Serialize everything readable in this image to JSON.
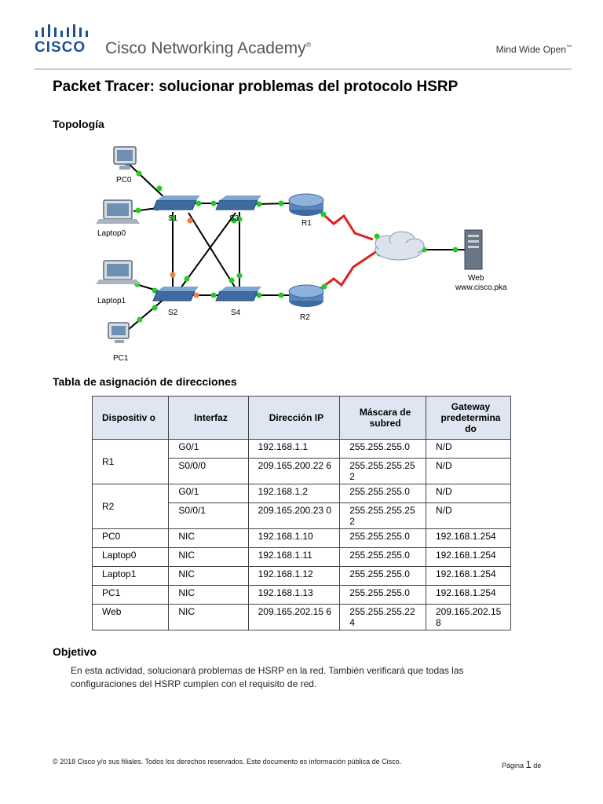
{
  "header": {
    "brand": "CISCO",
    "academy": "Cisco Networking Academy",
    "registered": "®",
    "tagline": "Mind Wide Open",
    "trademark": "™"
  },
  "title": "Packet Tracer: solucionar problemas del protocolo HSRP",
  "sections": {
    "topology": "Topología",
    "addressing": "Tabla de asignación de direcciones",
    "objective": "Objetivo"
  },
  "topology": {
    "labels": {
      "pc0": "PC0",
      "laptop0": "Laptop0",
      "laptop1": "Laptop1",
      "pc1": "PC1",
      "s1": "S1",
      "s2": "S2",
      "s3": "S3",
      "s4": "S4",
      "r1": "R1",
      "r2": "R2",
      "web": "Web",
      "web_url": "www.cisco.pka"
    },
    "colors": {
      "link": "#000000",
      "serial": "#e02020",
      "up": "#22cc22",
      "blocked": "#f08040"
    }
  },
  "table": {
    "headers": [
      "Dispositiv o",
      "Interfaz",
      "Dirección IP",
      "Máscara de subred",
      "Gateway predetermina do"
    ],
    "rows": [
      [
        "R1",
        "G0/1",
        "192.168.1.1",
        "255.255.255.0",
        "N/D"
      ],
      [
        "",
        "S0/0/0",
        "209.165.200.22 6",
        "255.255.255.25 2",
        "N/D"
      ],
      [
        "R2",
        "G0/1",
        "192.168.1.2",
        "255.255.255.0",
        "N/D"
      ],
      [
        "",
        "S0/0/1",
        "209.165.200.23 0",
        "255.255.255.25 2",
        "N/D"
      ],
      [
        "PC0",
        "NIC",
        "192.168.1.10",
        "255.255.255.0",
        "192.168.1.254"
      ],
      [
        "Laptop0",
        "NIC",
        "192.168.1.11",
        "255.255.255.0",
        "192.168.1.254"
      ],
      [
        "Laptop1",
        "NIC",
        "192.168.1.12",
        "255.255.255.0",
        "192.168.1.254"
      ],
      [
        "PC1",
        "NIC",
        "192.168.1.13",
        "255.255.255.0",
        "192.168.1.254"
      ],
      [
        "Web",
        "NIC",
        "209.165.202.15 6",
        "255.255.255.22 4",
        "209.165.202.15 8"
      ]
    ]
  },
  "objective_text": "En esta actividad, solucionará problemas de HSRP en la red. También verificará que todas las configuraciones del HSRP cumplen con el requisito de red.",
  "footer": {
    "copyright": "© 2018 Cisco y/o sus filiales. Todos los derechos reservados. Este documento es información pública de Cisco.",
    "page_label": "Página",
    "page_number": "1",
    "page_of": "de"
  }
}
